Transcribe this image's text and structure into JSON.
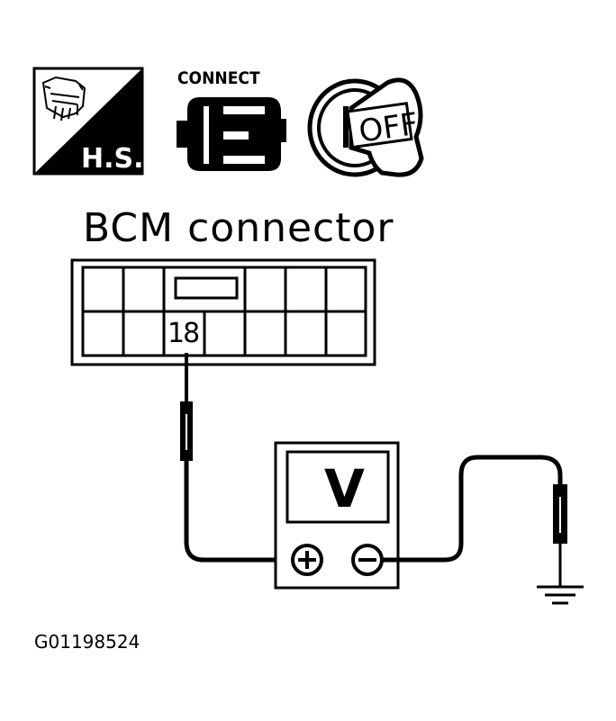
{
  "diagram": {
    "title": "BCM connector",
    "pin_number": "18",
    "meter_symbol": "V",
    "figure_id": "G01198524"
  },
  "icons": {
    "harness_side": {
      "name": "harness-side-icon",
      "text": "H.S."
    },
    "connect": {
      "name": "connect-icon",
      "text": "CONNECT"
    },
    "ignition": {
      "name": "ignition-key-off-icon",
      "text": "OFF"
    }
  }
}
